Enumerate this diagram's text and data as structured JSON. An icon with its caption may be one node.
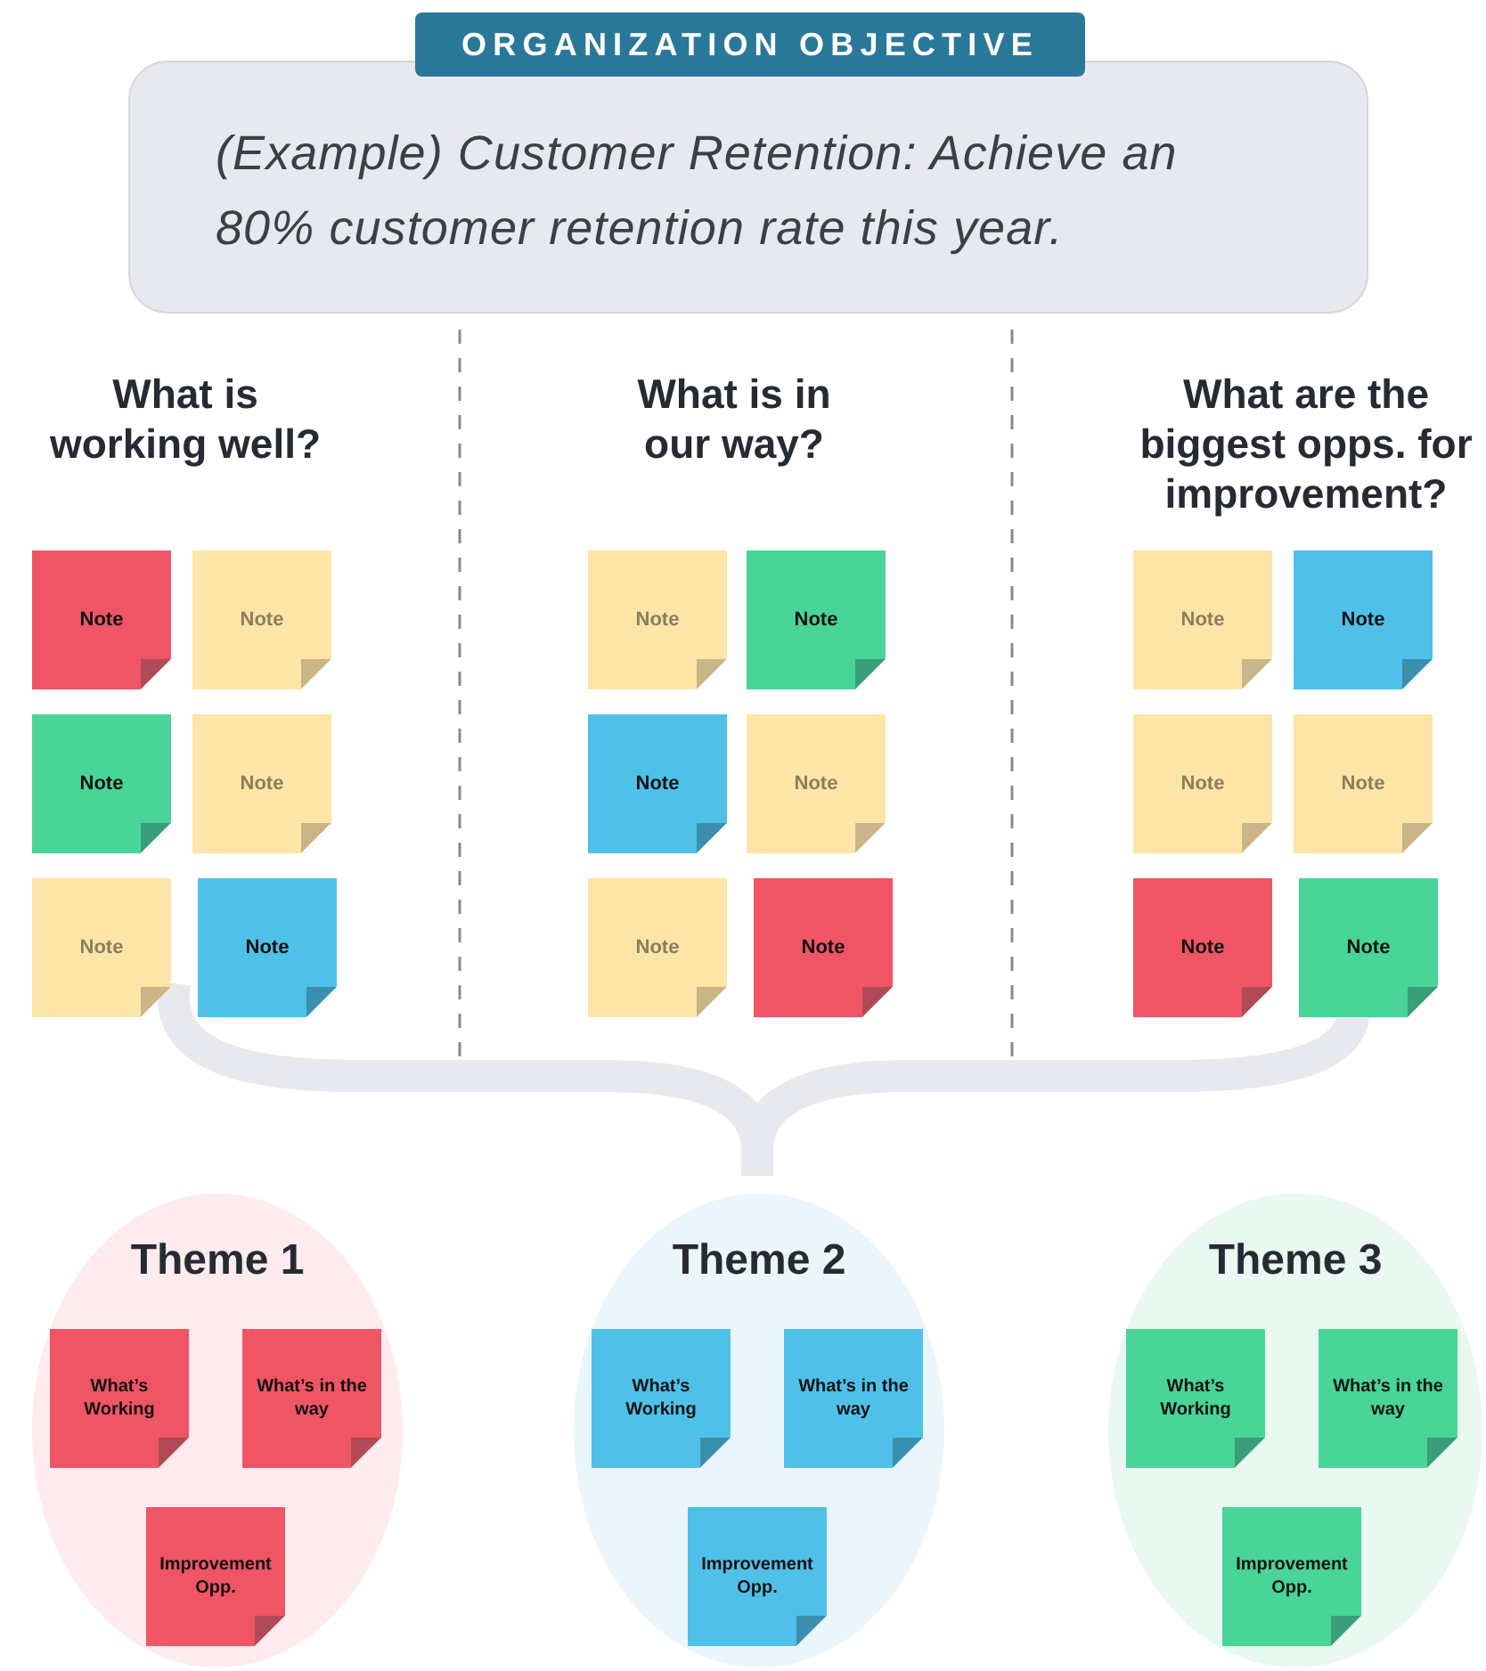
{
  "diagram": {
    "nodes": [
      {
        "text": [
          "ORGANIZATION OBJECTIVE",
          "(Example) Customer Retention: Achieve an 80% customer retention rate this year."
        ]
      },
      {
        "text": [
          "Note"
        ]
      },
      {
        "text": [
          "Note"
        ]
      },
      {
        "text": [
          "Note"
        ]
      },
      {
        "text": [
          "Note"
        ]
      },
      {
        "text": [
          "Note"
        ]
      },
      {
        "text": [
          "Note"
        ]
      },
      {
        "text": [
          "Note"
        ]
      },
      {
        "text": [
          "Note"
        ]
      },
      {
        "text": [
          "Note"
        ]
      },
      {
        "text": [
          "Note"
        ]
      },
      {
        "text": [
          "Note"
        ]
      },
      {
        "text": [
          "Note"
        ]
      },
      {
        "text": [
          "Note"
        ]
      },
      {
        "text": [
          "Note"
        ]
      },
      {
        "text": [
          "Note"
        ]
      },
      {
        "text": [
          "Note"
        ]
      },
      {
        "text": [
          "Note"
        ]
      },
      {
        "text": [
          "Note"
        ]
      },
      {
        "text": [
          "Theme 1"
        ]
      },
      {
        "text": [
          "What’s Working"
        ],
        "in": 19
      },
      {
        "text": [
          "What’s in the way"
        ],
        "in": 19
      },
      {
        "text": [
          "Improvement Opp."
        ],
        "in": 19
      },
      {
        "text": [
          "Theme 2"
        ]
      },
      {
        "text": [
          "What’s Working"
        ],
        "in": 23
      },
      {
        "text": [
          "What’s in the way"
        ],
        "in": 23
      },
      {
        "text": [
          "Improvement Opp."
        ],
        "in": 23
      },
      {
        "text": [
          "Theme 3"
        ]
      },
      {
        "text": [
          "What’s Working"
        ],
        "in": 27
      },
      {
        "text": [
          "What’s in the way"
        ],
        "in": 27
      },
      {
        "text": [
          "Improvement Opp."
        ],
        "in": 27
      }
    ],
    "labels": [
      "What is working well?",
      "What is in our way?",
      "What are the biggest opps. for improvement?"
    ]
  }
}
